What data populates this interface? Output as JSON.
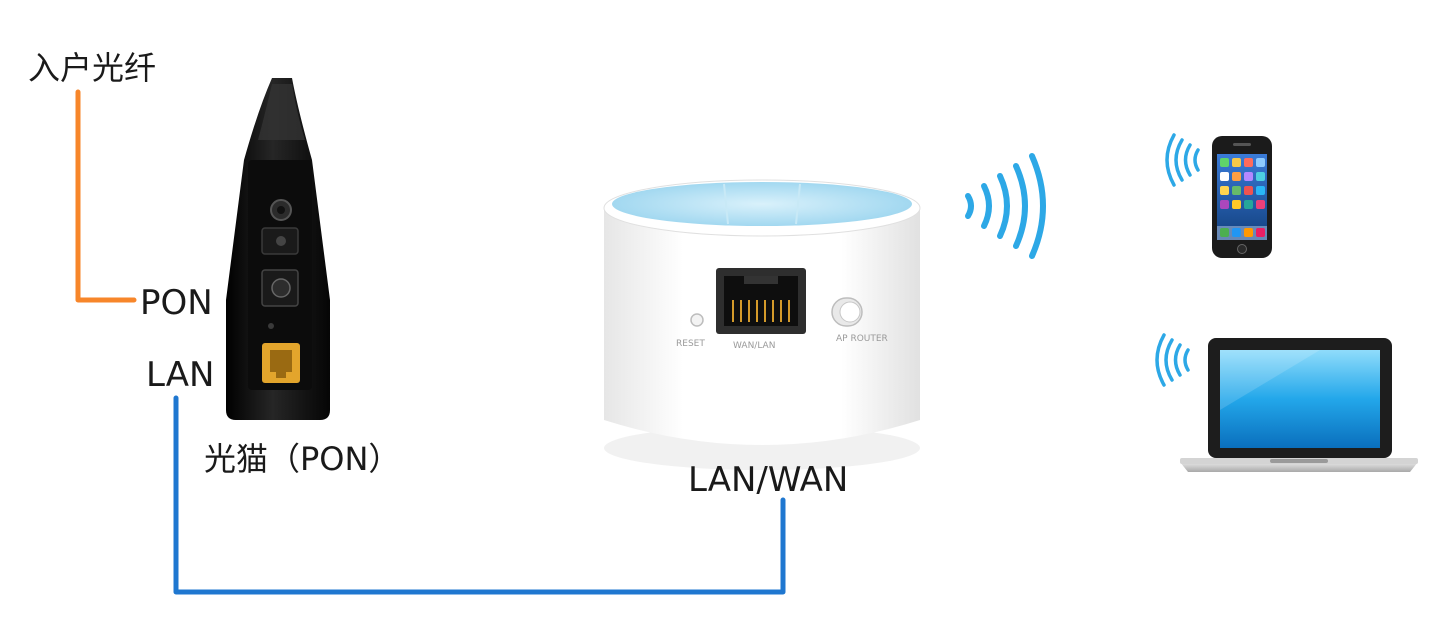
{
  "labels": {
    "fiber_in": "入户光纤",
    "pon_port": "PON",
    "lan_port": "LAN",
    "modem_caption": "光猫（PON）",
    "router_port": "LAN/WAN"
  },
  "router_panel": {
    "reset": "RESET",
    "wan_lan": "WAN/LAN",
    "ap_router": "AP ROUTER"
  },
  "colors": {
    "fiber_line": "#F7862A",
    "ethernet_line": "#1F77D0",
    "wifi_waves": "#2DA8E6",
    "router_top": "#A9DDF3",
    "modem_body": "#111111",
    "modem_port": "#E3A52C"
  },
  "icons": {
    "modem": "optical-modem-icon",
    "router": "mini-router-icon",
    "wifi": "wifi-waves-icon",
    "phone": "smartphone-icon",
    "laptop": "laptop-icon"
  }
}
